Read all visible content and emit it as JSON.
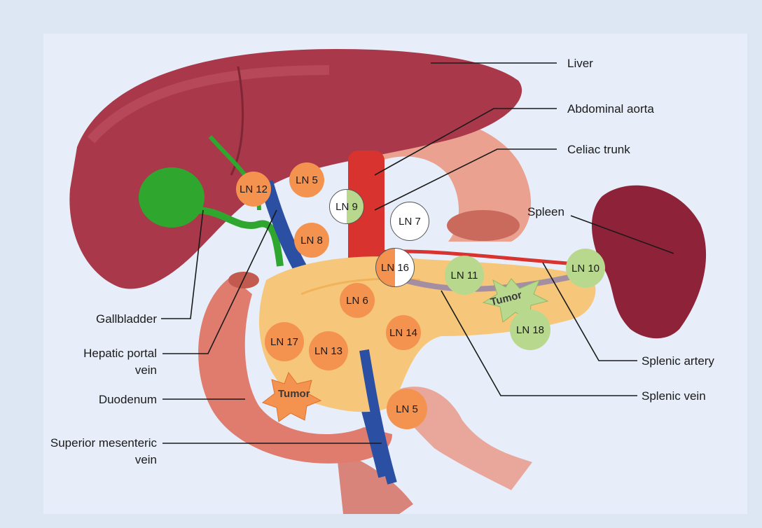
{
  "colors": {
    "background": "#dde6f3",
    "panel": "#e6edf8",
    "lymph_orange": "#f4934f",
    "lymph_green": "#b8d98d",
    "lymph_white": "#ffffff",
    "liver": "#a8384a",
    "gallbladder": "#2fa72f",
    "aorta": "#d8332e",
    "portal_vein": "#2b4fa3",
    "pancreas": "#f6c77a",
    "duodenum": "#e07c6e",
    "spleen": "#8e2238"
  },
  "labels": {
    "liver": "Liver",
    "abdominal_aorta": "Abdominal aorta",
    "celiac_trunk": "Celiac trunk",
    "spleen": "Spleen",
    "splenic_artery": "Splenic artery",
    "splenic_vein": "Splenic vein",
    "gallbladder": "Gallbladder",
    "hepatic_portal_vein_1": "Hepatic portal",
    "hepatic_portal_vein_2": "vein",
    "duodenum": "Duodenum",
    "smv_1": "Superior mesenteric",
    "smv_2": "vein"
  },
  "lymph_nodes": {
    "ln12": "LN 12",
    "ln5_top": "LN 5",
    "ln9": "LN 9",
    "ln7": "LN 7",
    "ln8": "LN 8",
    "ln16": "LN 16",
    "ln11": "LN 11",
    "ln10": "LN 10",
    "ln6": "LN 6",
    "ln14": "LN 14",
    "ln17": "LN 17",
    "ln13": "LN 13",
    "ln18": "LN 18",
    "ln5_bottom": "LN 5"
  },
  "tumors": {
    "pancreas_head": "Tumor",
    "pancreas_body": "Tumor"
  }
}
